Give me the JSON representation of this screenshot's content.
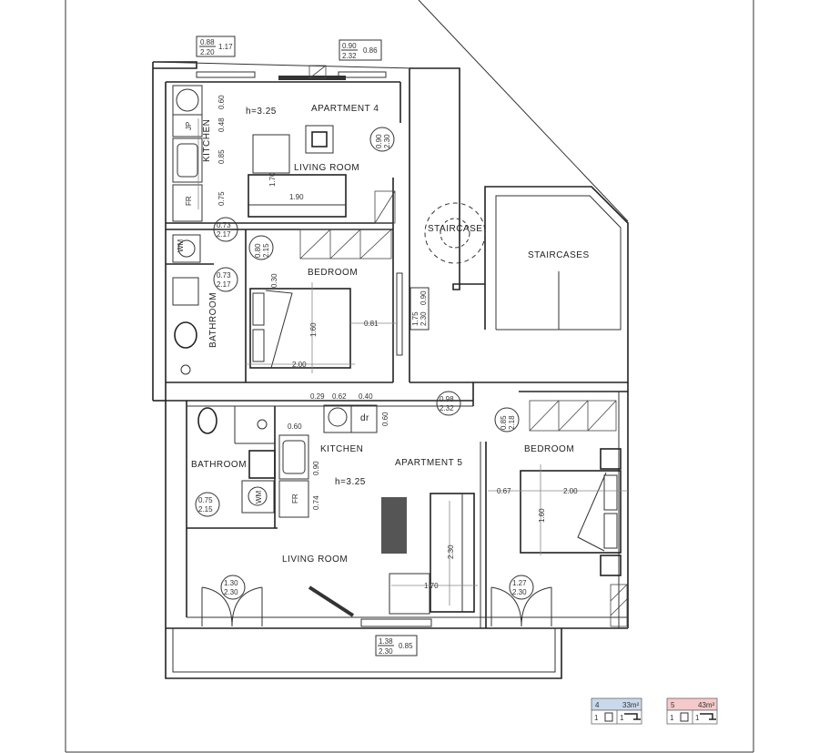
{
  "apartment4": {
    "title": "APARTMENT 4",
    "height": "h=3.25",
    "kitchen": "KITCHEN",
    "living_room": "LIVING ROOM",
    "bedroom": "BEDROOM",
    "bathroom": "BATHROOM",
    "jp": "JP",
    "fr": "FR",
    "wm": "WM",
    "kitchen_dims": [
      "0.60",
      "0.48",
      "0.85",
      "0.75"
    ],
    "sofa_w": "1.90",
    "table_h": "1.70",
    "bed_len": "2.00",
    "bed_w": "1.60",
    "bed_gap": "0.81",
    "bed_top": "0.30",
    "window1": {
      "w": "0.88",
      "h": "2.20",
      "sill": "1.17"
    },
    "window2": {
      "w": "0.90",
      "h": "2.32",
      "sill": "0.86"
    },
    "door_entry": {
      "w": "0.90",
      "h": "2.30"
    },
    "door_kitchen": {
      "w": "0.73",
      "h": "2.17"
    },
    "door_bed": {
      "w": "0.80",
      "h": "2.15"
    },
    "door_bath": {
      "w": "0.73",
      "h": "2.17"
    },
    "window_bed": {
      "w": "1.75",
      "h": "2.30",
      "sill": "0.90"
    }
  },
  "common": {
    "staircase": "STAIRCASE",
    "staircases": "STAIRCASES"
  },
  "apartment5": {
    "title": "APARTMENT 5",
    "height": "h=3.25",
    "kitchen": "KITCHEN",
    "living_room": "LIVING ROOM",
    "bedroom": "BEDROOM",
    "bathroom": "BATHROOM",
    "dr": "dr",
    "fr": "FR",
    "wm": "WM",
    "top_dims": [
      "0.29",
      "0.62",
      "0.40"
    ],
    "dr_dim": "0.60",
    "sink_w": "0.60",
    "sink_h": "0.90",
    "fr_h": "0.74",
    "bed_gap": "0.67",
    "bed_len": "2.00",
    "bed_w": "1.60",
    "sofa_len": "2.30",
    "table_w": "1.70",
    "door_entry": {
      "w": "0.98",
      "h": "2.32"
    },
    "door_bed": {
      "w": "0.85",
      "h": "2.18"
    },
    "door_bath": {
      "w": "0.75",
      "h": "2.15"
    },
    "door_living": {
      "w": "1.30",
      "h": "2.30"
    },
    "door_bedroom": {
      "w": "1.27",
      "h": "2.30"
    },
    "window": {
      "w": "1.38",
      "h": "2.30",
      "sill": "0.85"
    }
  },
  "legend": [
    {
      "apt": "4",
      "area": "33m²",
      "beds": "1",
      "baths": "1",
      "color": "#c9d9ec"
    },
    {
      "apt": "5",
      "area": "43m²",
      "beds": "1",
      "baths": "1",
      "color": "#f6caca"
    }
  ]
}
